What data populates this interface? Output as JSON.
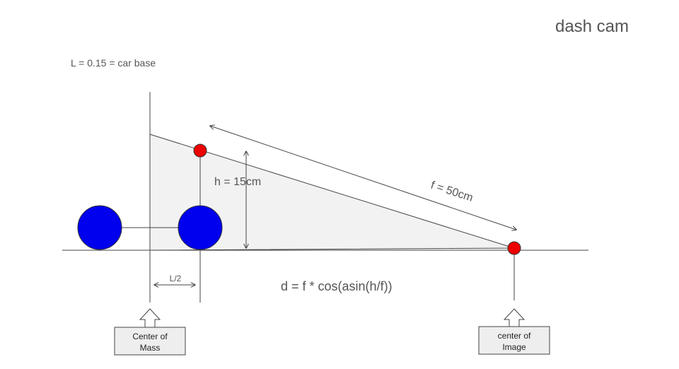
{
  "title": "dash cam",
  "base_note": "L  = 0.15 = car base",
  "labels": {
    "height": "h = 15cm",
    "focal": "f = 50cm",
    "half_base": "L/2",
    "formula": "d = f * cos(asin(h/f))"
  },
  "callouts": {
    "center_mass": [
      "Center of",
      "Mass"
    ],
    "center_image": [
      "center of",
      "Image"
    ]
  },
  "colors": {
    "wheel": "#0000ee",
    "marker": "#ee0000",
    "line": "#444444",
    "triangle_fill": "#f2f2f2",
    "box_fill": "#eeeeee"
  }
}
